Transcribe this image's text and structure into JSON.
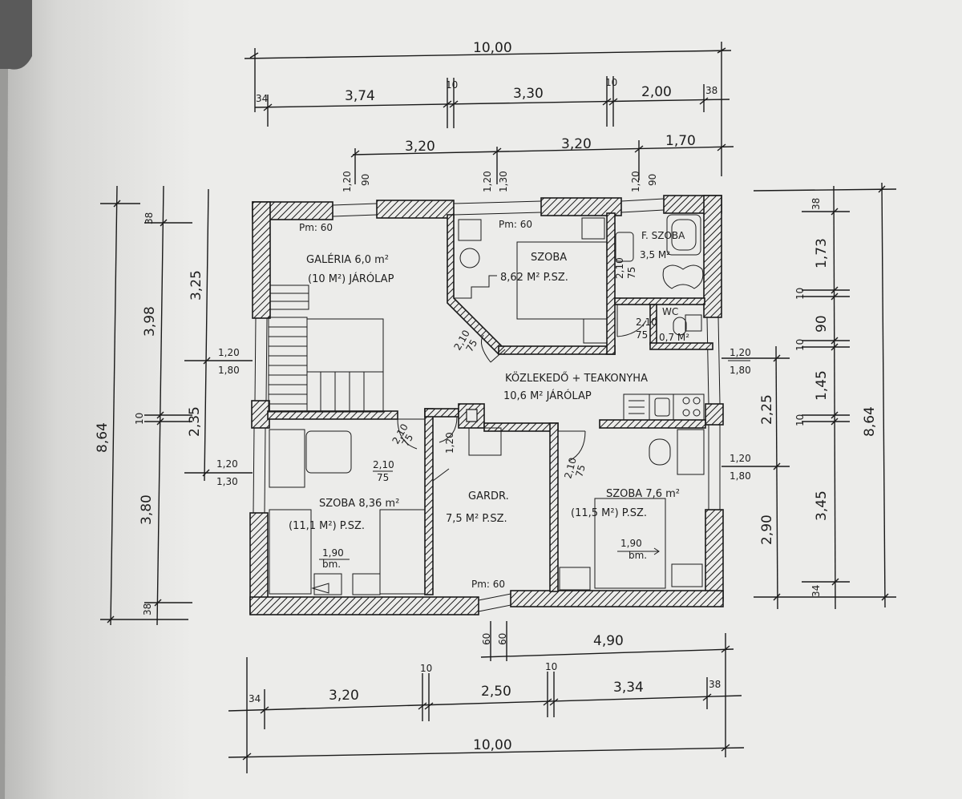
{
  "colors": {
    "paper": "#ececea",
    "ink": "#1e1e1e",
    "binding": "#5a5a5a"
  },
  "dimensions": {
    "top_total": "10,00",
    "top_s1": "3,74",
    "top_s2": "3,30",
    "top_s3": "2,00",
    "top_a": "34",
    "top_w1": "10",
    "top_w2": "10",
    "top_b": "38",
    "top_inner1": "3,20",
    "top_inner2": "3,20",
    "top_inner3": "1,70",
    "bottom_total": "10,00",
    "bottom_s1": "3,20",
    "bottom_s2": "2,50",
    "bottom_s3": "3,34",
    "bottom_a": "34",
    "bottom_w1": "10",
    "bottom_w2": "10",
    "bottom_b": "38",
    "bottom_inner": "4,90",
    "bottom_door": "60",
    "bottom_door2": "60",
    "left_total": "8,64",
    "left_s1": "3,98",
    "left_s2": "3,80",
    "left_w": "10",
    "left_top": "38",
    "left_bottom": "38",
    "left_inner1": "3,25",
    "left_inner2": "2,35",
    "right_total": "8,64",
    "right_s1": "1,73",
    "right_s2": "90",
    "right_s3": "1,45",
    "right_s4": "3,45",
    "right_w1": "10",
    "right_w2": "10",
    "right_w3": "10",
    "right_top": "38",
    "right_bottom": "34",
    "right_inner1": "2,25",
    "right_inner2": "2,90"
  },
  "window_marks": {
    "w1_top": "1,20",
    "w1_bot": "90",
    "w2_top": "1,20",
    "w2_bot": "1,30",
    "w3_top": "1,20",
    "w3_bot": "90",
    "left1_top": "1,20",
    "left1_bot": "1,80",
    "left2_top": "1,20",
    "left2_bot": "1,30",
    "right1_top": "1,20",
    "right1_bot": "1,80",
    "right2_top": "1,20",
    "right2_bot": "1,80"
  },
  "door_marks": {
    "d1_top": "2,10",
    "d1_bot": "75",
    "d2_top": "2,10",
    "d2_bot": "75",
    "d3_top": "2,10",
    "d3_bot": "75",
    "d4_top": "2,10",
    "d4_bot": "75",
    "d5_top": "2,10",
    "d5_bot": "75",
    "d6_top": "2,10",
    "d6_bot": "75",
    "d7": "1,20"
  },
  "rooms": {
    "galeria_l1": "GALÉRIA 6,0 m²",
    "galeria_l2": "(10 M²) JÁRÓLAP",
    "szoba1_l1": "SZOBA",
    "szoba1_l2": "8,62 M² P.SZ.",
    "furdo_l1": "F. SZOBA",
    "furdo_l2": "3,5 M²",
    "wc": "WC",
    "wc_area": "0,7 M²",
    "kozl_l1": "KÖZLEKEDŐ + TEAKONYHA",
    "kozl_l2": "10,6 M² JÁRÓLAP",
    "szoba2_l1": "SZOBA 8,36 m²",
    "szoba2_l2": "(11,1 M²) P.SZ.",
    "gardr_l1": "GARDR.",
    "gardr_l2": "7,5 M² P.SZ.",
    "szoba3_l1": "SZOBA   7,6 m²",
    "szoba3_l2": "(11,5 M²) P.SZ."
  },
  "notes": {
    "pm1": "Pm: 60",
    "pm2": "Pm: 60",
    "pm3": "Pm: 60",
    "bed1": "1,90",
    "bed1b": "bm.",
    "bed2": "1,90",
    "bed2b": "bm."
  }
}
